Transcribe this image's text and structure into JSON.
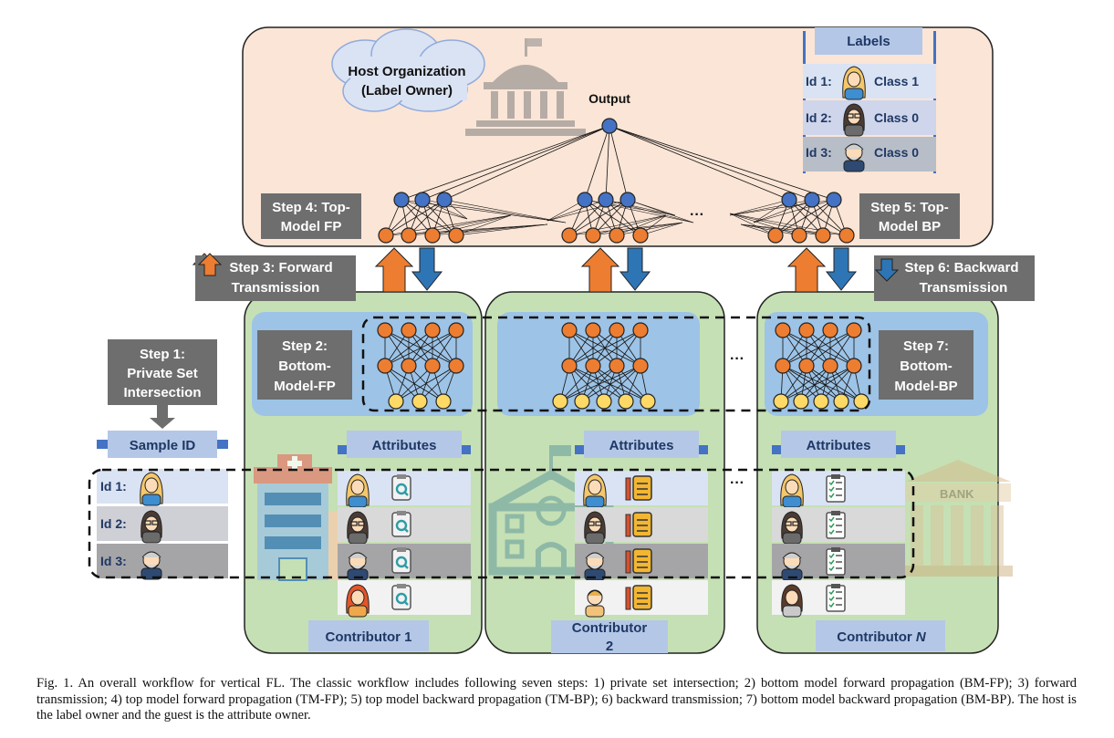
{
  "host": {
    "cloud_line1": "Host Organization",
    "cloud_line2": "(Label Owner)",
    "output_label": "Output",
    "ellipsis": "···"
  },
  "labels_table": {
    "header": "Labels",
    "rows": [
      {
        "id": "Id 1:",
        "cls": "Class 1"
      },
      {
        "id": "Id 2:",
        "cls": "Class 0"
      },
      {
        "id": "Id 3:",
        "cls": "Class 0"
      }
    ]
  },
  "steps": {
    "s1": [
      "Step 1:",
      "Private Set",
      "Intersection"
    ],
    "s2": [
      "Step 2:",
      "Bottom-",
      "Model-FP"
    ],
    "s3": [
      "Step 3: Forward",
      "Transmission"
    ],
    "s4": [
      "Step 4: Top-",
      "Model FP"
    ],
    "s5": [
      "Step 5: Top-",
      "Model BP"
    ],
    "s6": [
      "Step 6: Backward",
      "Transmission"
    ],
    "s7": [
      "Step 7:",
      "Bottom-",
      "Model-BP"
    ]
  },
  "sample_id": {
    "header": "Sample ID",
    "rows": [
      "Id 1:",
      "Id 2:",
      "Id 3:"
    ]
  },
  "contributors": [
    {
      "attr_header": "Attributes",
      "name": "Contributor 1"
    },
    {
      "attr_header": "Attributes",
      "name_line1": "Contributor",
      "name_line2": "2"
    },
    {
      "attr_header": "Attributes",
      "name": "Contributor ",
      "name_italic": "N"
    }
  ],
  "bank_text": "BANK",
  "caption": "Fig. 1.  An overall workflow for vertical FL. The classic workflow includes following seven steps: 1) private set intersection; 2) bottom model forward propagation (BM-FP); 3) forward transmission; 4) top model forward propagation (TM-FP); 5) top model backward propagation (TM-BP); 6) backward transmission; 7) bottom model backward propagation (BM-BP). The host is the label owner and the guest is the attribute owner.",
  "colors": {
    "host_bg": "#fbe5d6",
    "contrib_bg": "#c5e0b4",
    "model_bg": "#9dc3e6",
    "step_box": "#6e6e6e",
    "header_box": "#b4c7e7",
    "header_bar": "#4472c4",
    "orange_node": "#ed7d31",
    "blue_node": "#4472c4",
    "yellow_node": "#ffd966",
    "label_text": "#1f3864"
  }
}
